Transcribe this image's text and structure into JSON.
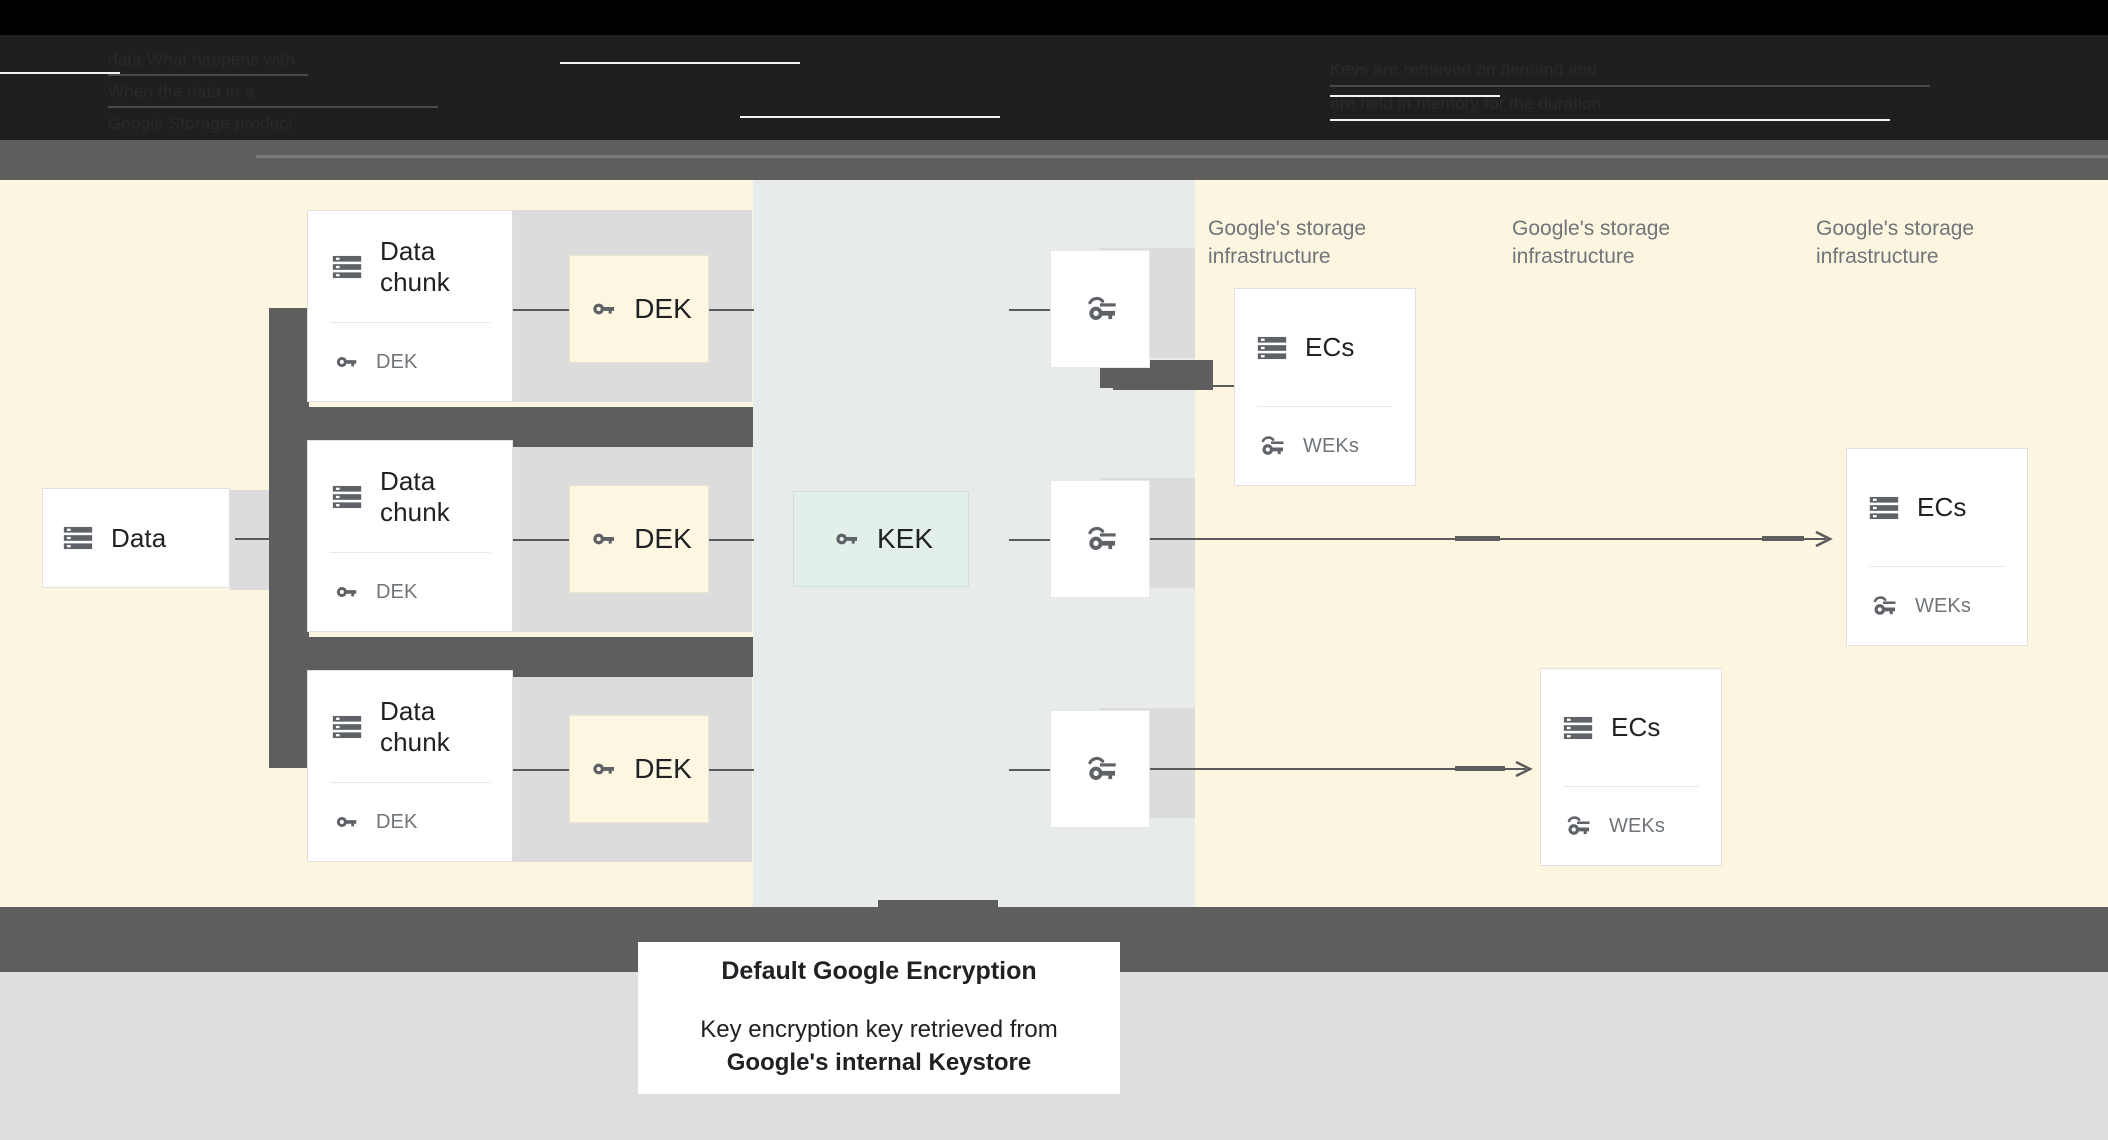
{
  "header": {
    "obscured": true,
    "note": "top header text is redacted / illegible",
    "lines": [
      "data    What happens with",
      "When    the data in a",
      "Google  Storage product"
    ],
    "right_lines": [
      "Keys are retrieved on demand and",
      "are held in memory for the duration"
    ]
  },
  "diagram": {
    "bands": {
      "cream": "#fcf5e0",
      "blue": "#e7ebec",
      "divider": "#5e5e5e",
      "footer": "#dedede"
    },
    "source": {
      "title": "Data",
      "icon": "storage-icon"
    },
    "chunks": [
      {
        "title": "Data chunk",
        "key_label": "DEK",
        "icon": "storage-icon",
        "key_icon": "key-icon"
      },
      {
        "title": "Data chunk",
        "key_label": "DEK",
        "icon": "storage-icon",
        "key_icon": "key-icon"
      },
      {
        "title": "Data chunk",
        "key_label": "DEK",
        "icon": "storage-icon",
        "key_icon": "key-icon"
      }
    ],
    "deks": [
      {
        "label": "DEK",
        "icon": "key-icon",
        "color": "#fdf6e0"
      },
      {
        "label": "DEK",
        "icon": "key-icon",
        "color": "#fdf6e0"
      },
      {
        "label": "DEK",
        "icon": "key-icon",
        "color": "#fdf6e0"
      }
    ],
    "kek": {
      "label": "KEK",
      "icon": "key-icon",
      "color": "#e3f0ea"
    },
    "wrapped_keys": [
      {
        "icon": "wrapped-key-icon"
      },
      {
        "icon": "wrapped-key-icon"
      },
      {
        "icon": "wrapped-key-icon"
      }
    ],
    "storage_labels": [
      "Google's storage infrastructure",
      "Google's storage infrastructure",
      "Google's storage infrastructure"
    ],
    "ec_cards": [
      {
        "title": "ECs",
        "key_label": "WEKs",
        "icon": "storage-icon",
        "key_icon": "wrapped-key-icon"
      },
      {
        "title": "ECs",
        "key_label": "WEKs",
        "icon": "storage-icon",
        "key_icon": "wrapped-key-icon"
      },
      {
        "title": "ECs",
        "key_label": "WEKs",
        "icon": "storage-icon",
        "key_icon": "wrapped-key-icon"
      }
    ]
  },
  "caption": {
    "title": "Default Google Encryption",
    "body_line1": "Key encryption key retrieved from",
    "body_line2": "Google's internal Keystore"
  }
}
